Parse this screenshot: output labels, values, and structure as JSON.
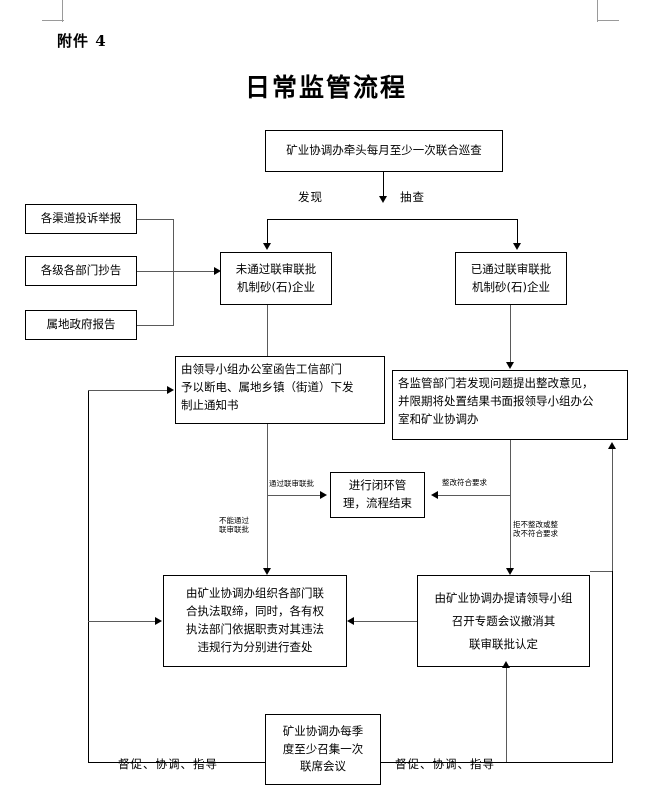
{
  "document": {
    "attachment_label": "附件 4",
    "title": "日常监管流程"
  },
  "nodes": {
    "start": "矿业协调办牵头每月至少一次联合巡查",
    "source_1": "各渠道投诉举报",
    "source_2": "各级各部门抄告",
    "source_3": "属地政府报告",
    "not_approved": "未通过联审联批\n机制砂(石)企业",
    "not_approved_l1": "未通过联审联批",
    "not_approved_l2": "机制砂(石)企业",
    "approved_l1": "已通过联审联批",
    "approved_l2": "机制砂(石)企业",
    "power_cut_l1": "由领导小组办公室函告工信部门",
    "power_cut_l2": "予以断电、属地乡镇（街道）下发",
    "power_cut_l3": "制止通知书",
    "rectify_l1": "各监管部门若发现问题提出整改意见，",
    "rectify_l2": "并限期将处置结果书面报领导小组办公",
    "rectify_l3": "室和矿业协调办",
    "closed_loop_l1": "进行闭环管",
    "closed_loop_l2": "理，流程结束",
    "enforce_l1": "由矿业协调办组织各部门联",
    "enforce_l2": "合执法取缔，同时，各有权",
    "enforce_l3": "执法部门依据职责对其违法",
    "enforce_l4": "违规行为分别进行查处",
    "revoke_l1": "由矿业协调办提请领导小组",
    "revoke_l2": "召开专题会议撤消其",
    "revoke_l3": "联审联批认定",
    "joint_meeting_l1": "矿业协调办每季",
    "joint_meeting_l2": "度至少召集一次",
    "joint_meeting_l3": "联席会议"
  },
  "edge_labels": {
    "discover": "发现",
    "spot_check": "抽查",
    "passed_review_l1": "通过联审联批",
    "fail_review_l1": "不能通过",
    "fail_review_l2": "联审联批",
    "rectify_ok": "整改符合要求",
    "rectify_fail_l1": "拒不整改或整",
    "rectify_fail_l2": "改不符合要求",
    "supervise_left": "督促、协调、指导",
    "supervise_right": "督促、协调、指导"
  },
  "colors": {
    "ink": "#000000",
    "page": "#ffffff",
    "crop_mark": "#9a9a9a",
    "thin_line": "#5a5a5a"
  }
}
